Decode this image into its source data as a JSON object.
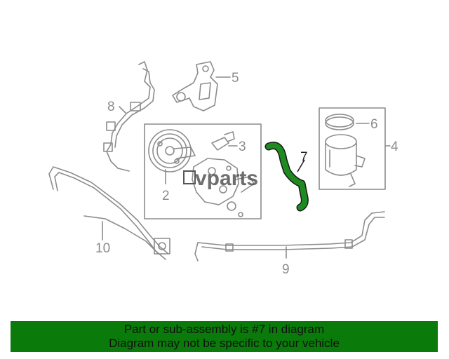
{
  "diagram": {
    "callouts": {
      "c2": "2",
      "c3": "3",
      "c4": "4",
      "c5": "5",
      "c6": "6",
      "c7": "7",
      "c8": "8",
      "c9": "9",
      "c10": "10"
    },
    "highlight_part": "7",
    "highlight_color": "#1f8a1f",
    "line_color": "#8c8c8c",
    "watermark": "vparts"
  },
  "banner": {
    "line1": "Part or sub-assembly is #7 in diagram",
    "line2": "Diagram may not be specific to your vehicle",
    "background": "#0a7a0a"
  }
}
